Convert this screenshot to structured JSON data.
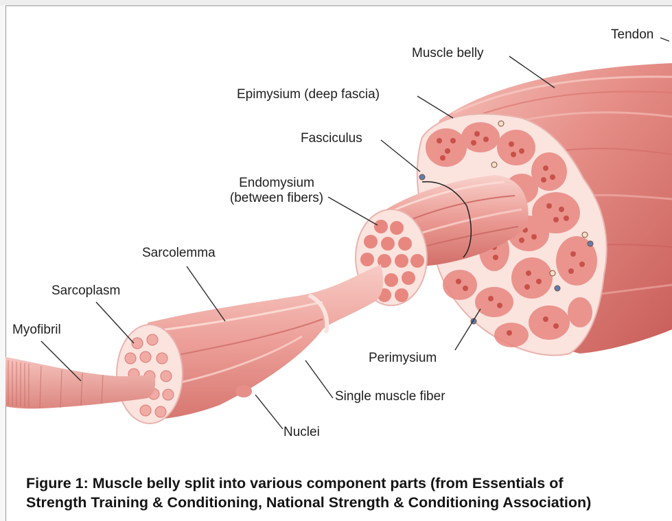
{
  "labels": {
    "tendon": "Tendon",
    "muscle_belly": "Muscle belly",
    "epimysium": "Epimysium (deep fascia)",
    "fasciculus": "Fasciculus",
    "endomysium_line1": "Endomysium",
    "endomysium_line2": "(between fibers)",
    "sarcolemma": "Sarcolemma",
    "sarcoplasm": "Sarcoplasm",
    "myofibril": "Myofibril",
    "perimysium": "Perimysium",
    "single_muscle_fiber": "Single muscle fiber",
    "nuclei": "Nuclei"
  },
  "caption": {
    "line1": "Figure 1: Muscle belly split into various component parts (from Essentials of",
    "line2": "Strength Training & Conditioning, National Strength & Conditioning Association)"
  },
  "colors": {
    "muscle_light": "#f3b3ac",
    "muscle_mid": "#e2867f",
    "muscle_dark": "#c9605b",
    "sheath": "#fbe1dc",
    "fiber_dot": "#d9675f",
    "leader_line": "#2a2a2a"
  }
}
